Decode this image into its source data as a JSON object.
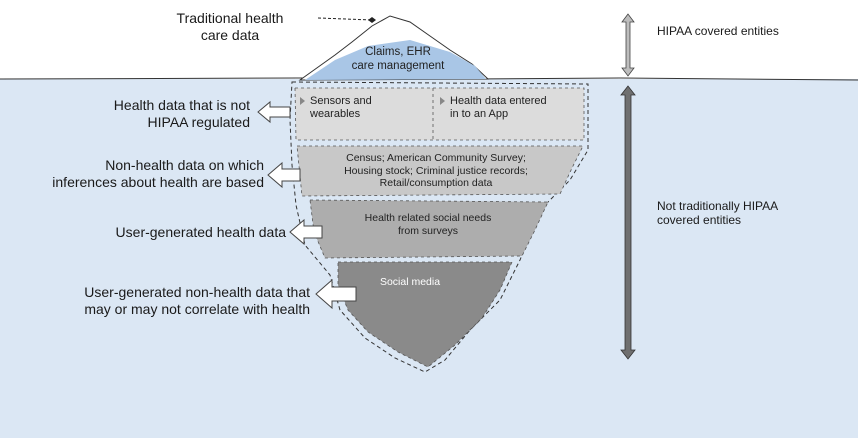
{
  "colors": {
    "water": "#dbe7f4",
    "sky": "#ffffff",
    "tip": "#a9c6e6",
    "layer1": "#dcdcdc",
    "layer2": "#c8c8c8",
    "layer3": "#adadad",
    "layer4": "#8a8a8a",
    "arrow_dark": "#6f6f6f",
    "arrow_light": "#bdbdbd"
  },
  "top_label": "Traditional health\ncare data",
  "tip_label": "Claims, EHR\ncare management",
  "layers": {
    "sensors": "Sensors and\nwearables",
    "app": "Health data entered\nin to an App",
    "census": "Census; American Community Survey;\nHousing stock; Criminal justice records;\nRetail/consumption data",
    "social_needs": "Health related social needs\nfrom surveys",
    "social_media": "Social media"
  },
  "left_labels": {
    "not_hipaa": "Health data that is not\nHIPAA regulated",
    "non_health": "Non-health data on which\ninferences about health are based",
    "user_health": "User-generated health data",
    "user_non_health": "User-generated non-health data that\nmay or may not correlate with health"
  },
  "right_labels": {
    "hipaa": "HIPAA covered entities",
    "not_hipaa": "Not traditionally HIPAA\ncovered entities"
  }
}
